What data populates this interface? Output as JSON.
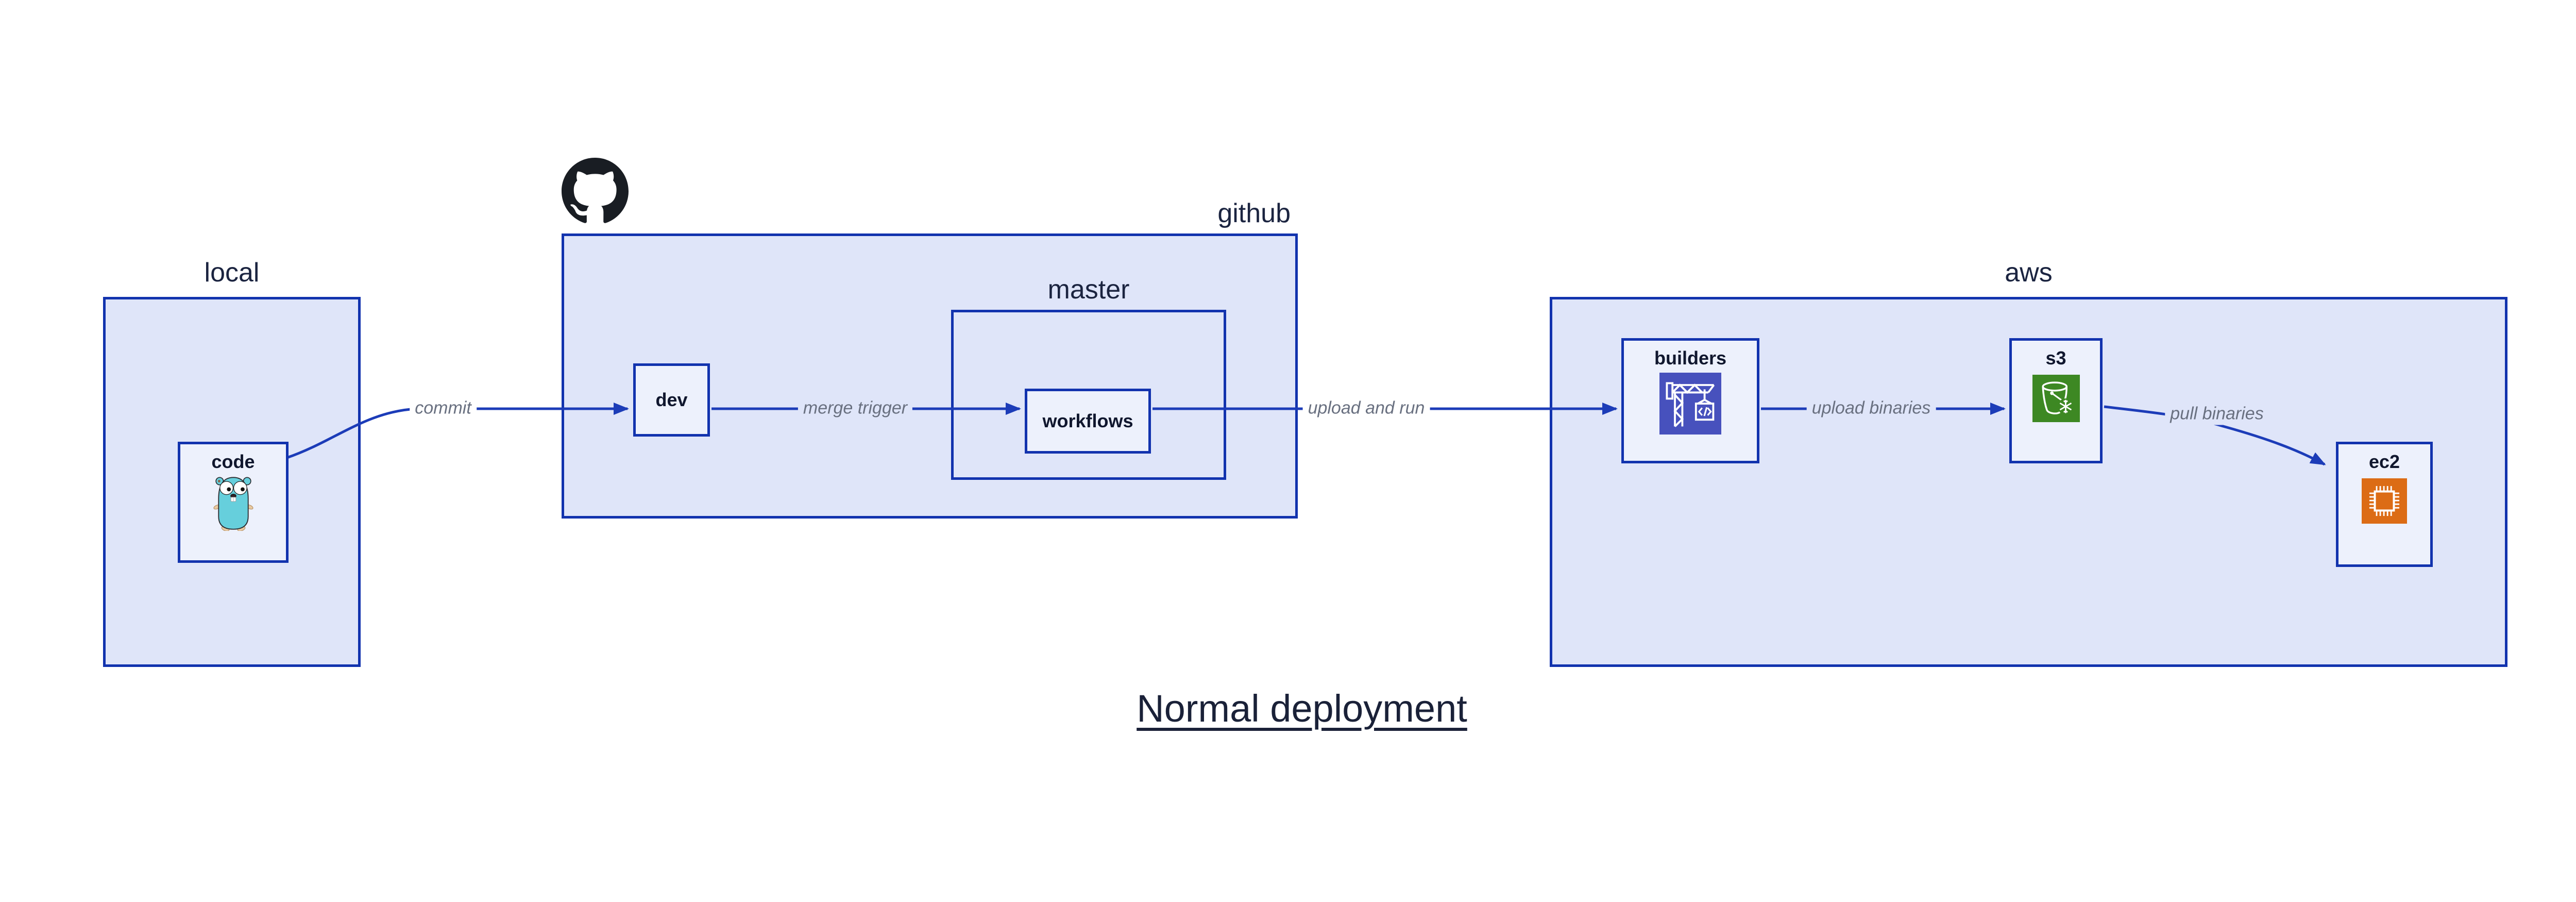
{
  "diagram": {
    "title": "Normal deployment",
    "containers": [
      {
        "id": "local",
        "label": "local"
      },
      {
        "id": "github",
        "label": "github"
      },
      {
        "id": "master",
        "label": "master"
      },
      {
        "id": "aws",
        "label": "aws"
      }
    ],
    "nodes": [
      {
        "id": "code",
        "label": "code",
        "icon": "go-gopher-icon"
      },
      {
        "id": "dev",
        "label": "dev",
        "icon": ""
      },
      {
        "id": "workflows",
        "label": "workflows",
        "icon": ""
      },
      {
        "id": "builders",
        "label": "builders",
        "icon": "codebuild-crane-icon"
      },
      {
        "id": "s3",
        "label": "s3",
        "icon": "s3-bucket-snowflake-icon"
      },
      {
        "id": "ec2",
        "label": "ec2",
        "icon": "ec2-chip-icon"
      }
    ],
    "edges": [
      {
        "from": "code",
        "to": "dev",
        "label": "commit"
      },
      {
        "from": "dev",
        "to": "workflows",
        "label": "merge trigger"
      },
      {
        "from": "workflows",
        "to": "builders",
        "label": "upload and run"
      },
      {
        "from": "builders",
        "to": "s3",
        "label": "upload binaries"
      },
      {
        "from": "s3",
        "to": "ec2",
        "label": "pull binaries"
      }
    ],
    "colors": {
      "background": "#ffffff",
      "container_fill": "#dfe5f9",
      "node_fill": "#edf1fc",
      "border_blue": "#1233ae",
      "edge_blue": "#1c3cb8",
      "edge_label_gray": "#697080",
      "label_navy": "#1b2440",
      "node_label_navy": "#10172e",
      "title_navy": "#1a2138",
      "github_logo_black": "#191d23",
      "codebuild_indigo": "#4751bd",
      "s3_green": "#3d8823",
      "ec2_orange": "#dc6c15",
      "gopher_teal": "#66cfdc"
    }
  }
}
